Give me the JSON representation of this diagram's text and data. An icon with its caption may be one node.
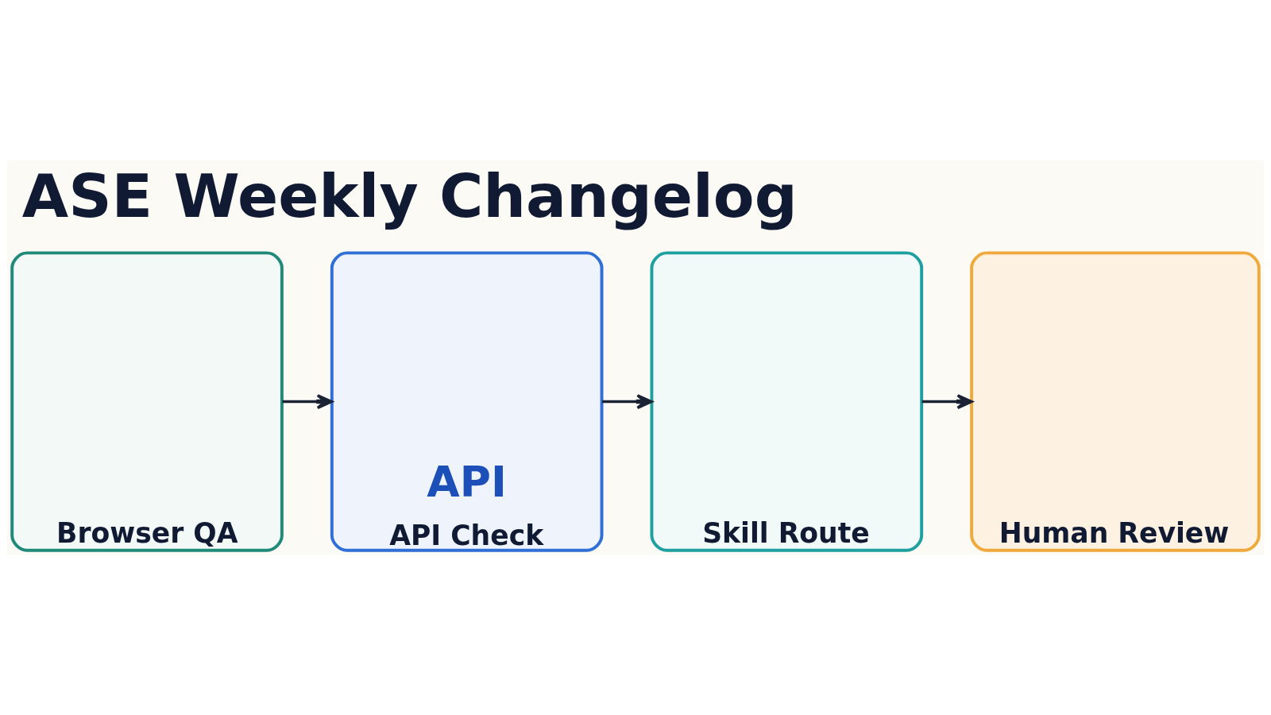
{
  "diagram": {
    "title": "ASE Weekly Changelog",
    "nodes": [
      {
        "text": [
          "Browser QA"
        ]
      },
      {
        "text": [
          "API",
          "API Check"
        ]
      },
      {
        "text": [
          "Skill Route"
        ]
      },
      {
        "text": [
          "Human Review"
        ]
      }
    ],
    "edges": [
      {
        "from": 0,
        "to": 1,
        "arrow": "to"
      },
      {
        "from": 1,
        "to": 2,
        "arrow": "to"
      },
      {
        "from": 2,
        "to": 3,
        "arrow": "to"
      }
    ]
  }
}
